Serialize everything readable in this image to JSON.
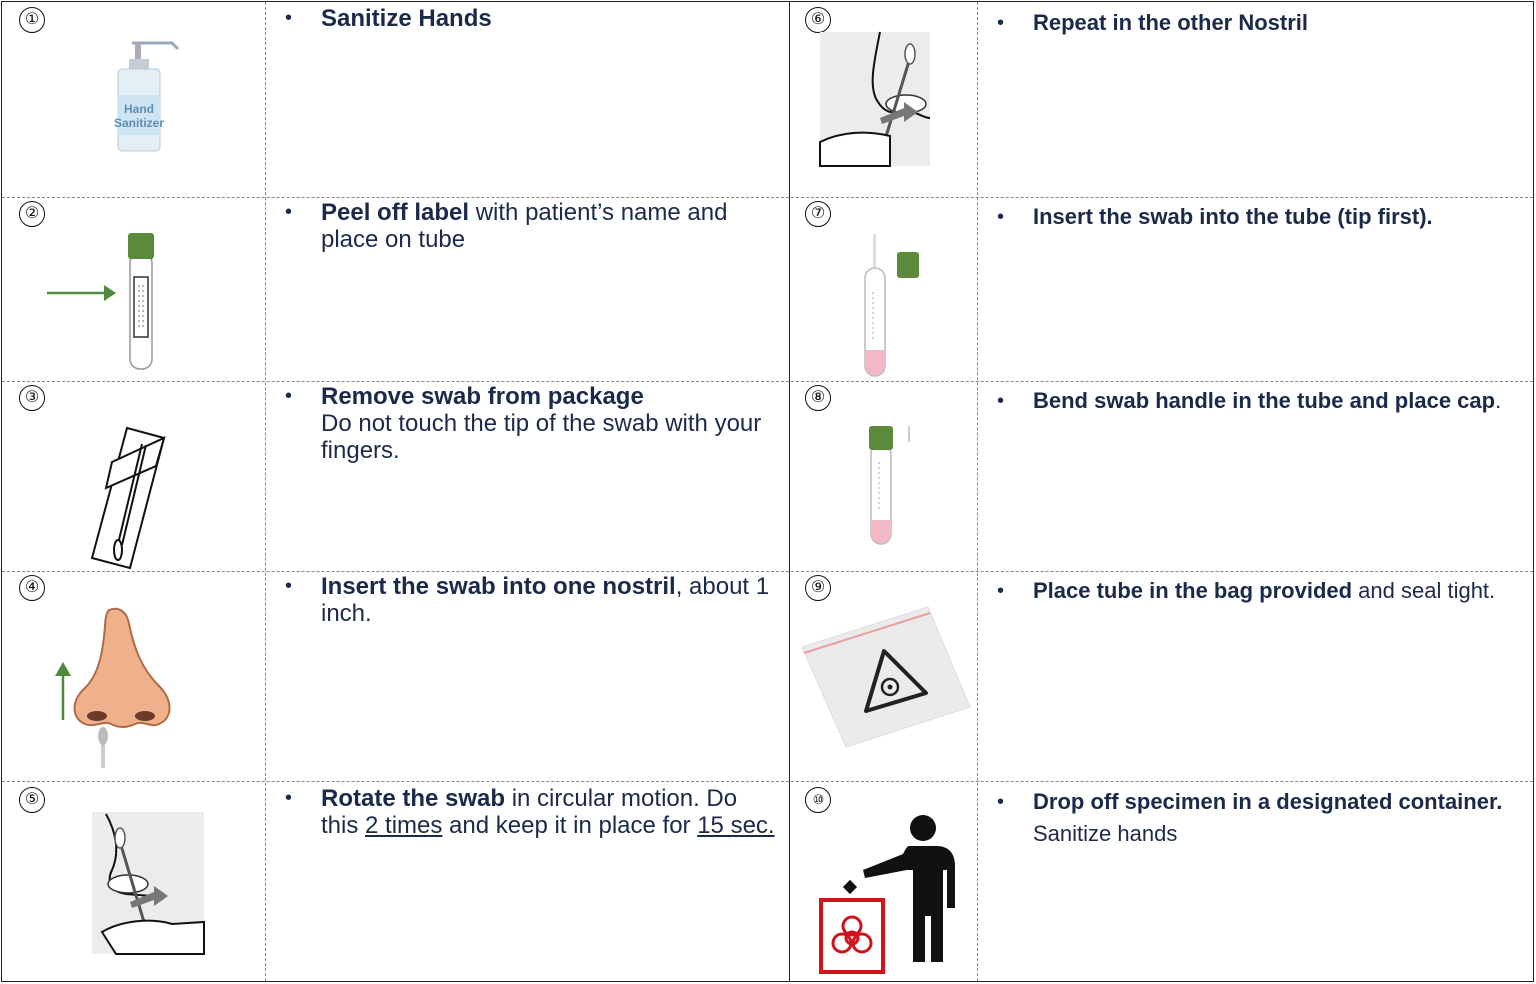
{
  "steps": [
    {
      "number": "①",
      "bold": "Sanitize Hands",
      "after": "",
      "sanitizer_label_1": "Hand",
      "sanitizer_label_2": "Sanitizer"
    },
    {
      "number": "②",
      "bold": "Peel off label",
      "after": " with patient’s name and place on tube"
    },
    {
      "number": "③",
      "bold": "Remove swab from package",
      "line2": "Do not touch the tip of the swab with your fingers."
    },
    {
      "number": "④",
      "bold": "Insert the swab into one nostril",
      "after": ", about 1 inch."
    },
    {
      "number": "⑤",
      "bold": "Rotate the swab",
      "after1": " in circular motion. Do this ",
      "u1": "2 times",
      "after2": " and keep it in place for ",
      "u2": "15 sec."
    },
    {
      "number": "⑥",
      "bold": "Repeat in the other Nostril"
    },
    {
      "number": "⑦",
      "bold": "Insert the swab into the tube (tip first)."
    },
    {
      "number": "⑧",
      "bold": "Bend swab handle in the tube and place cap",
      "after": "."
    },
    {
      "number": "⑨",
      "bold": "Place tube in the bag provided",
      "after": " and seal tight."
    },
    {
      "number": "⑩",
      "bold": "Drop off specimen in a designated container.",
      "line2": "Sanitize hands"
    }
  ],
  "colors": {
    "text": "#1b2a4a",
    "cap_green": "#5a8a3a",
    "arrow_green": "#4f8a3c",
    "biohazard_red": "#d0141c",
    "fluid_pink": "#f2b8c6",
    "skin": "#efb18c"
  },
  "icons": [
    "hand-sanitizer-icon",
    "tube-label-icon",
    "swab-package-icon",
    "nose-swab-icon",
    "rotate-swab-icon",
    "other-nostril-icon",
    "swab-into-tube-icon",
    "capped-tube-icon",
    "biohazard-bag-icon",
    "disposal-person-icon"
  ]
}
